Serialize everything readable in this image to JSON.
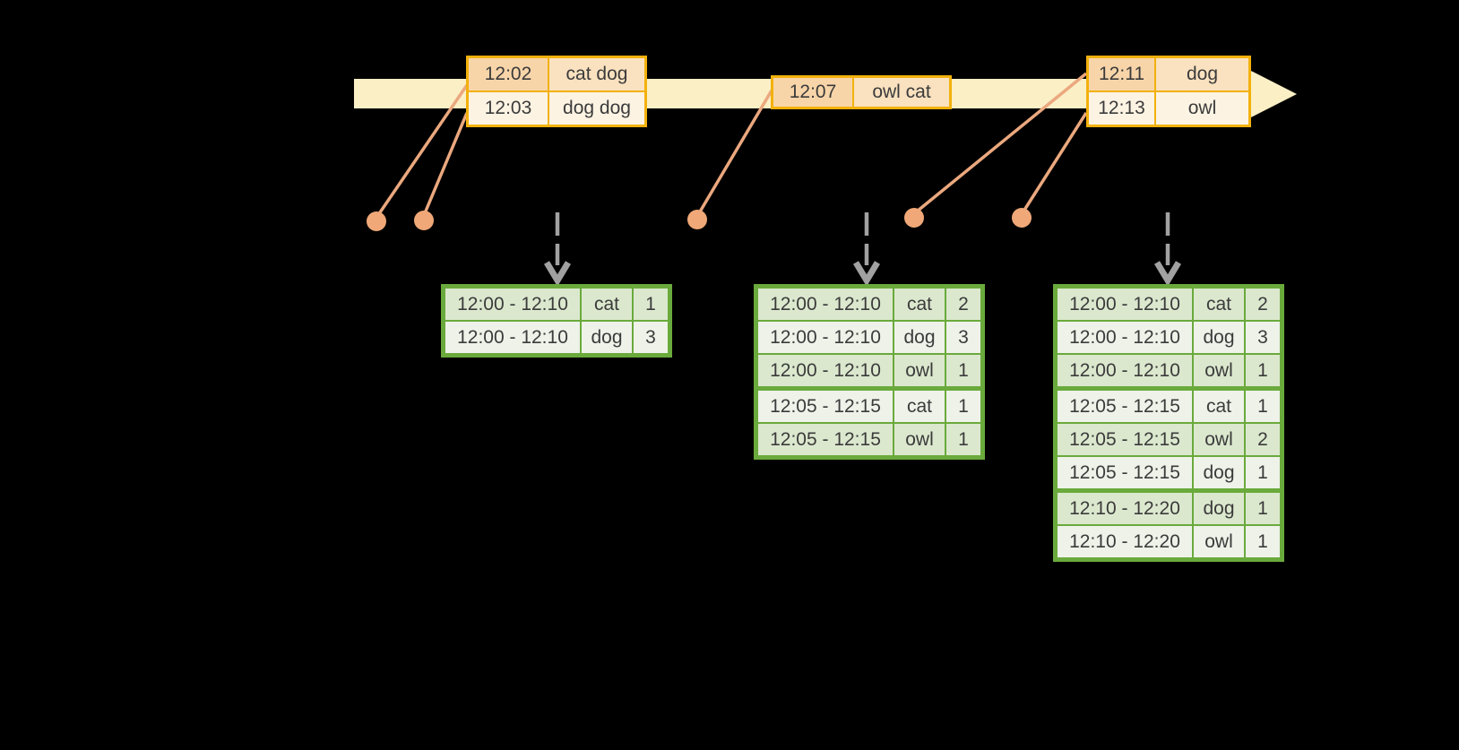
{
  "diagram": {
    "kind": "windowed-streaming-wordcount",
    "timeline": {
      "event_tables": [
        {
          "rows": [
            [
              "12:02",
              "cat dog"
            ],
            [
              "12:03",
              "dog dog"
            ]
          ]
        },
        {
          "rows": [
            [
              "12:07",
              "owl cat"
            ]
          ]
        },
        {
          "rows": [
            [
              "12:11",
              "dog"
            ],
            [
              "12:13",
              "owl"
            ]
          ]
        }
      ]
    },
    "result_tables": [
      {
        "rows": [
          [
            "12:00 - 12:10",
            "cat",
            "1"
          ],
          [
            "12:00 - 12:10",
            "dog",
            "3"
          ]
        ],
        "group_breaks": []
      },
      {
        "rows": [
          [
            "12:00 - 12:10",
            "cat",
            "2"
          ],
          [
            "12:00 - 12:10",
            "dog",
            "3"
          ],
          [
            "12:00 - 12:10",
            "owl",
            "1"
          ],
          [
            "12:05 - 12:15",
            "cat",
            "1"
          ],
          [
            "12:05 - 12:15",
            "owl",
            "1"
          ]
        ],
        "group_breaks": [
          3
        ]
      },
      {
        "rows": [
          [
            "12:00 - 12:10",
            "cat",
            "2"
          ],
          [
            "12:00 - 12:10",
            "dog",
            "3"
          ],
          [
            "12:00 - 12:10",
            "owl",
            "1"
          ],
          [
            "12:05 - 12:15",
            "cat",
            "1"
          ],
          [
            "12:05 - 12:15",
            "owl",
            "2"
          ],
          [
            "12:05 - 12:15",
            "dog",
            "1"
          ],
          [
            "12:10 - 12:20",
            "dog",
            "1"
          ],
          [
            "12:10 - 12:20",
            "owl",
            "1"
          ]
        ],
        "group_breaks": [
          3,
          6
        ]
      }
    ],
    "colors": {
      "background": "#000000",
      "timeline_band": "#FBEFC6",
      "event_border": "#F2B10C",
      "event_row_shade": "#F8D5A9",
      "event_row_light": "#FDF3E3",
      "connector": "#EBA87E",
      "dot": "#F0A878",
      "trigger_arrow": "#A1A1A1",
      "result_border": "#6AAA3C",
      "result_row_shade": "#DBE8CE",
      "result_row_light": "#EEF2E9"
    }
  }
}
